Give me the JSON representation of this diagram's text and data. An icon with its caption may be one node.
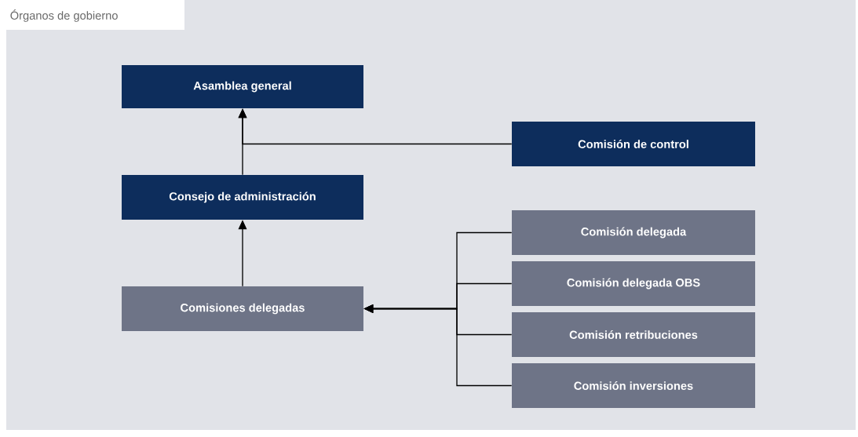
{
  "diagram": {
    "title": "Órganos de gobierno",
    "nodes": [
      {
        "text": [
          "Asamblea general"
        ]
      },
      {
        "text": [
          "Consejo de administración"
        ]
      },
      {
        "text": [
          "Comisión de control"
        ]
      },
      {
        "text": [
          "Comisiones delegadas"
        ]
      },
      {
        "text": [
          "Comisión delegada"
        ]
      },
      {
        "text": [
          "Comisión delegada OBS"
        ]
      },
      {
        "text": [
          "Comisión retribuciones"
        ]
      },
      {
        "text": [
          "Comisión inversiones"
        ]
      }
    ],
    "edges": [
      {
        "from": 1,
        "to": 0,
        "arrow": "to"
      },
      {
        "from": 2,
        "to": 0,
        "arrow": "to"
      },
      {
        "from": 3,
        "to": 1,
        "arrow": "to"
      },
      {
        "from": 4,
        "to": 3,
        "arrow": "to"
      },
      {
        "from": 5,
        "to": 3,
        "arrow": "to"
      },
      {
        "from": 6,
        "to": 3,
        "arrow": "to"
      },
      {
        "from": 7,
        "to": 3,
        "arrow": "to"
      }
    ]
  }
}
